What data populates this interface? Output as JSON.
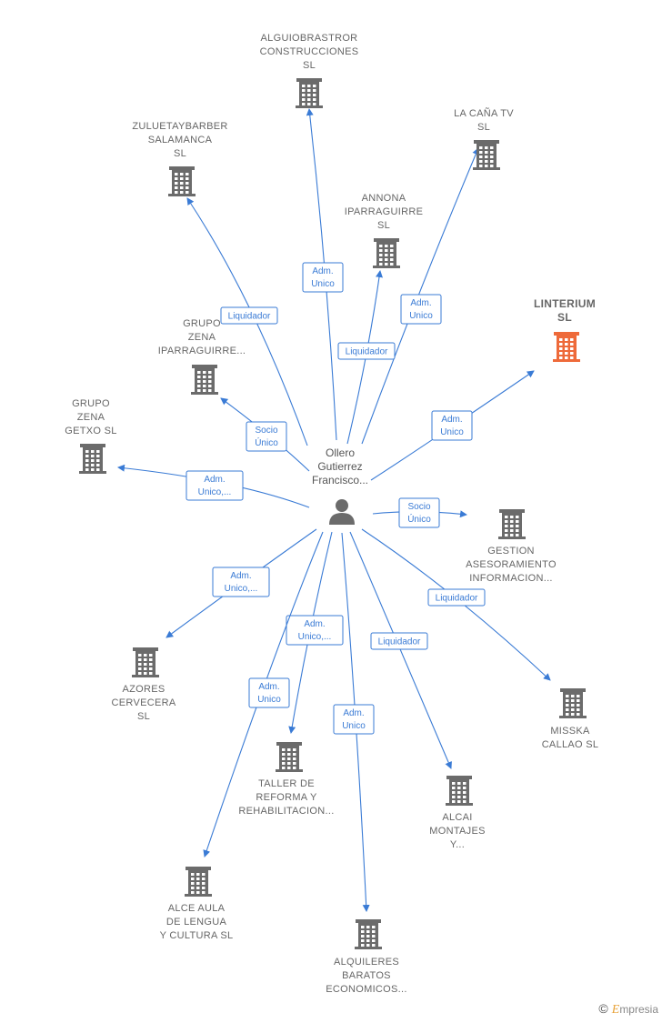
{
  "center": {
    "label_lines": [
      "Ollero",
      "Gutierrez",
      "Francisco..."
    ]
  },
  "colors": {
    "edge": "#3a7bd5",
    "building": "#6b6b6b",
    "highlight": "#ee6a3a"
  },
  "nodes": [
    {
      "id": "alguiobrastror",
      "lines": [
        "ALGUIOBRASTROR",
        "CONSTRUCCIONES",
        "SL"
      ],
      "highlight": false
    },
    {
      "id": "zuluetaybarber",
      "lines": [
        "ZULUETAYBARBER",
        "SALAMANCA",
        "SL"
      ],
      "highlight": false
    },
    {
      "id": "lacana",
      "lines": [
        "LA CAÑA TV",
        "SL"
      ],
      "highlight": false
    },
    {
      "id": "annona",
      "lines": [
        "ANNONA",
        "IPARRAGUIRRE",
        "SL"
      ],
      "highlight": false
    },
    {
      "id": "linterium",
      "lines": [
        "LINTERIUM",
        "SL"
      ],
      "highlight": true
    },
    {
      "id": "grupozenaip",
      "lines": [
        "GRUPO",
        "ZENA",
        "IPARRAGUIRRE..."
      ],
      "highlight": false
    },
    {
      "id": "grupozenagetxo",
      "lines": [
        "GRUPO",
        "ZENA",
        "GETXO  SL"
      ],
      "highlight": false
    },
    {
      "id": "gestion",
      "lines": [
        "GESTION",
        "ASESORAMIENTO",
        "INFORMACION..."
      ],
      "highlight": false
    },
    {
      "id": "azores",
      "lines": [
        "AZORES",
        "CERVECERA",
        "SL"
      ],
      "highlight": false
    },
    {
      "id": "misska",
      "lines": [
        "MISSKA",
        "CALLAO  SL"
      ],
      "highlight": false
    },
    {
      "id": "taller",
      "lines": [
        "TALLER DE",
        "REFORMA Y",
        "REHABILITACION..."
      ],
      "highlight": false
    },
    {
      "id": "alcai",
      "lines": [
        "ALCAI",
        "MONTAJES",
        "Y..."
      ],
      "highlight": false
    },
    {
      "id": "alceaula",
      "lines": [
        "ALCE AULA",
        "DE LENGUA",
        "Y CULTURA SL"
      ],
      "highlight": false
    },
    {
      "id": "alquileres",
      "lines": [
        "ALQUILERES",
        "BARATOS",
        "ECONOMICOS..."
      ],
      "highlight": false
    }
  ],
  "edges": [
    {
      "to": "alguiobrastror",
      "lines": [
        "Adm.",
        "Unico"
      ]
    },
    {
      "to": "zuluetaybarber",
      "lines": [
        "Liquidador"
      ]
    },
    {
      "to": "lacana",
      "lines": [
        "Adm.",
        "Unico"
      ]
    },
    {
      "to": "annona",
      "lines": [
        "Liquidador"
      ]
    },
    {
      "to": "linterium",
      "lines": [
        "Adm.",
        "Unico"
      ]
    },
    {
      "to": "grupozenaip",
      "lines": [
        "Socio",
        "Único"
      ]
    },
    {
      "to": "grupozenagetxo",
      "lines": [
        "Adm.",
        "Unico,..."
      ]
    },
    {
      "to": "gestion",
      "lines": [
        "Socio",
        "Único"
      ]
    },
    {
      "to": "azores",
      "lines": [
        "Adm.",
        "Unico,..."
      ]
    },
    {
      "to": "misska",
      "lines": [
        "Liquidador"
      ]
    },
    {
      "to": "taller",
      "lines": [
        "Adm.",
        "Unico,..."
      ]
    },
    {
      "to": "alcai",
      "lines": [
        "Liquidador"
      ]
    },
    {
      "to": "alceaula",
      "lines": [
        "Adm.",
        "Unico"
      ]
    },
    {
      "to": "alquileres",
      "lines": [
        "Adm.",
        "Unico"
      ]
    }
  ],
  "footer": {
    "copyright": "©",
    "brand_initial": "E",
    "brand_rest": "mpresia"
  }
}
